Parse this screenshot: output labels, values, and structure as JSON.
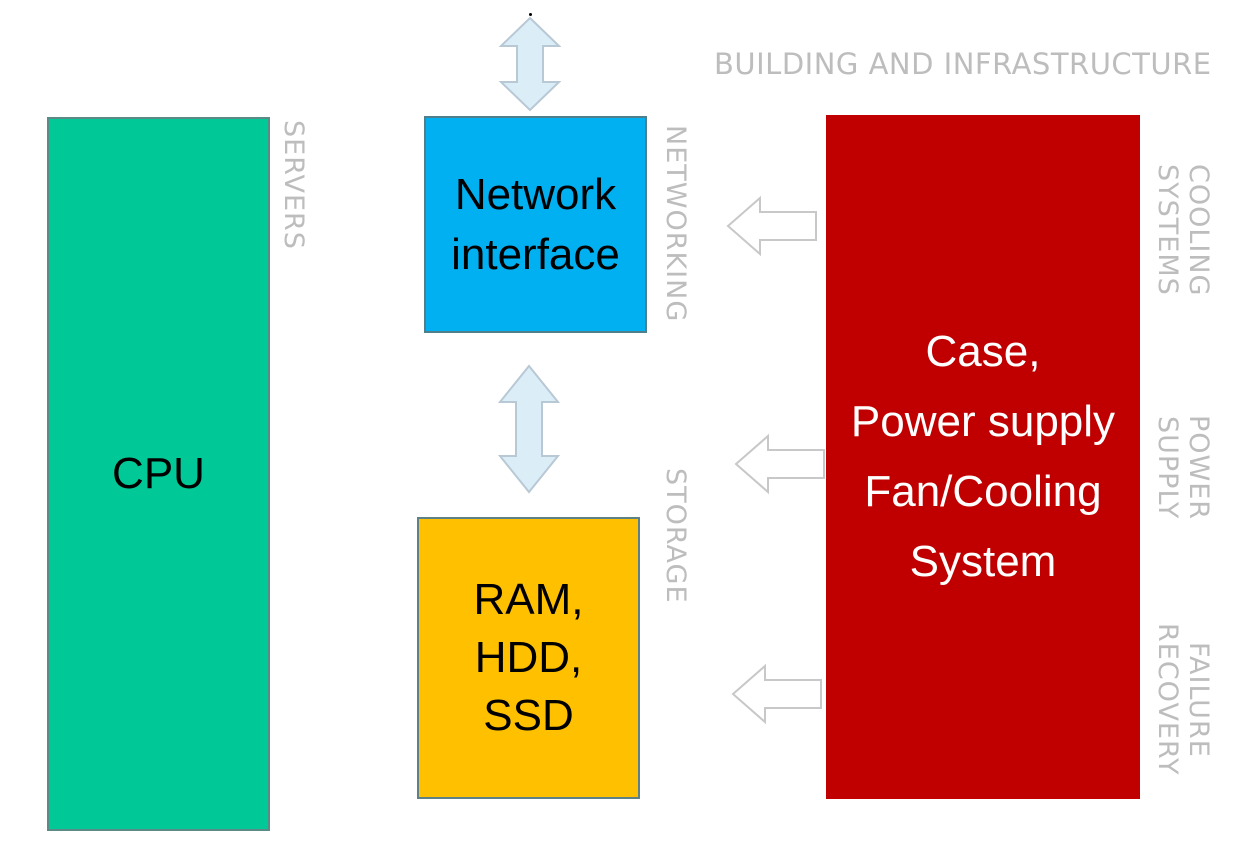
{
  "nodes": {
    "cpu": {
      "label": "CPU"
    },
    "network": {
      "lines": [
        "Network",
        "interface"
      ]
    },
    "storage": {
      "lines": [
        "RAM,",
        "HDD,",
        "SSD"
      ]
    },
    "case": {
      "lines": [
        "Case,",
        "Power supply",
        "Fan/Cooling",
        "System"
      ]
    }
  },
  "labels": {
    "servers": "SERVERS",
    "networking": "NETWORKING",
    "storage": "STORAGE",
    "building": "BUILDING AND INFRASTRUCTURE",
    "cooling": "COOLING SYSTEMS",
    "power": "POWER SUPPLY",
    "failure": "FAILURE RECOVERY"
  },
  "colors": {
    "cpu": "#00c896",
    "network": "#00b0f0",
    "storage": "#ffc000",
    "case": "#c00000",
    "arrow_fill": "#dbeef8",
    "arrow_stroke": "#b8c8d4",
    "label_gray": "#bdbdbd"
  }
}
